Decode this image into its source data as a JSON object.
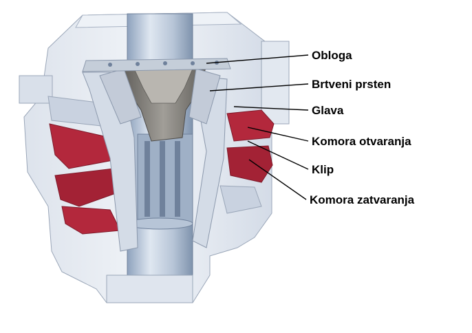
{
  "labels": {
    "obloga": "Obloga",
    "brtveni_prsten": "Brtveni prsten",
    "glava": "Glava",
    "komora_otvaranja": "Komora otvaranja",
    "klip": "Klip",
    "komora_zatvaranja": "Komora zatvaranja"
  },
  "colors": {
    "body": "#e7ebf2",
    "body_shade": "#c9d2e0",
    "bore": "#aebdd0",
    "bore_dark": "#7f93ad",
    "chamber": "#b3283c",
    "chamber_dark": "#7e1a2a",
    "rubber": "#8c8a86",
    "rubber_dark": "#5e5c58",
    "leader": "#000000"
  }
}
